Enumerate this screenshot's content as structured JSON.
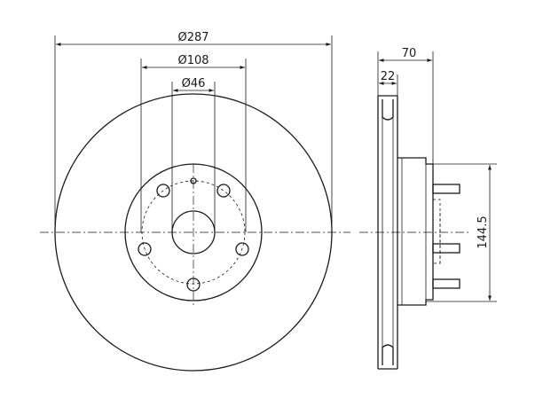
{
  "dimensions": {
    "outer_diameter": "Ø287",
    "bolt_circle_diameter": "Ø108",
    "center_bore_diameter": "Ø46",
    "total_height": "70",
    "disc_thickness": "22",
    "hub_height": "144.5"
  },
  "colors": {
    "line": "#1a1a1a",
    "background": "#ffffff"
  }
}
